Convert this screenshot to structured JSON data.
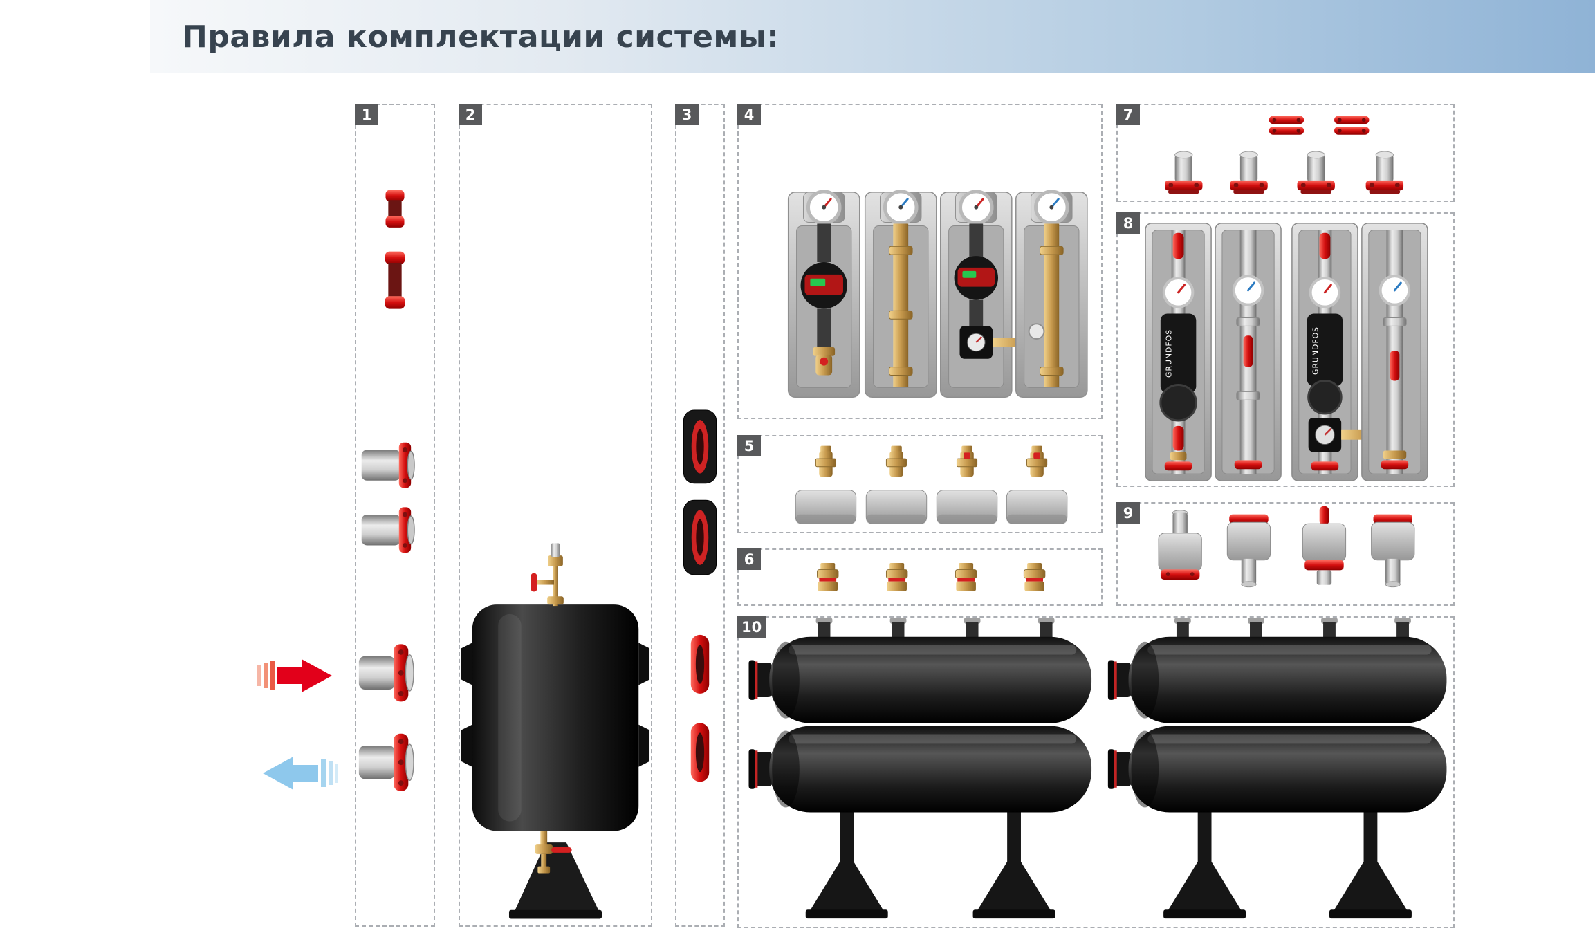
{
  "header": {
    "title": "Правила комплектации системы:"
  },
  "groups": [
    {
      "label": "1"
    },
    {
      "label": "2"
    },
    {
      "label": "3"
    },
    {
      "label": "4"
    },
    {
      "label": "5"
    },
    {
      "label": "6"
    },
    {
      "label": "7"
    },
    {
      "label": "8"
    },
    {
      "label": "9"
    },
    {
      "label": "10"
    }
  ],
  "pump": {
    "brand": "GRUNDFOS"
  },
  "flow": {
    "supply_color": "#e2001a",
    "return_color": "#8ec8ec"
  },
  "palette": {
    "badge_gray": "#58595b",
    "box_border": "#abaeb3",
    "title_color": "#37434f",
    "header_gradient_start": "#f6f8fa",
    "header_gradient_end": "#8fb3d6",
    "flange_red": "#d42020",
    "brass": "#c79a4e",
    "steel_black": "#161616"
  }
}
